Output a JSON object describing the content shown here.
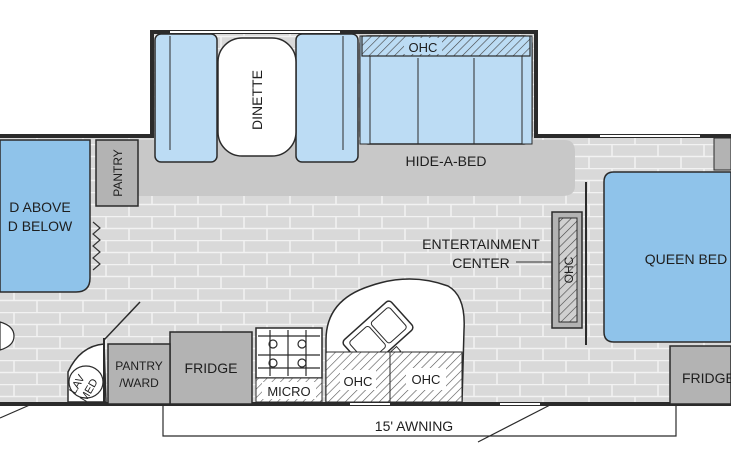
{
  "labels": {
    "dinette": "DINETTE",
    "ohc_top": "OHC",
    "hide_a_bed": "HIDE-A-BED",
    "pantry_left": "PANTRY",
    "bunk_line1": "D ABOVE",
    "bunk_line2": "D BELOW",
    "entertainment_line1": "ENTERTAINMENT",
    "entertainment_line2": "CENTER",
    "ohc_vertical": "OHC",
    "queen_bed": "QUEEN BED",
    "pantry_ward_line1": "PANTRY",
    "pantry_ward_line2": "/WARD",
    "fridge_main": "FRIDGE",
    "micro": "MICRO",
    "ohc_kitchen_1": "OHC",
    "ohc_kitchen_2": "OHC",
    "fridge_right": "FRIDGE",
    "lav_line1": "LAV",
    "lav_line2": "MED",
    "awning": "15' AWNING"
  },
  "colors": {
    "wall": "#2b2b2b",
    "floor": "#d9d9d9",
    "floor_lines": "#f2f2f2",
    "carpet": "#c8c8c8",
    "bed_blue": "#8fc3ea",
    "seat_blue": "#bcdcf4",
    "appliance_gray": "#b3b3b3",
    "line_dark": "#333333"
  }
}
